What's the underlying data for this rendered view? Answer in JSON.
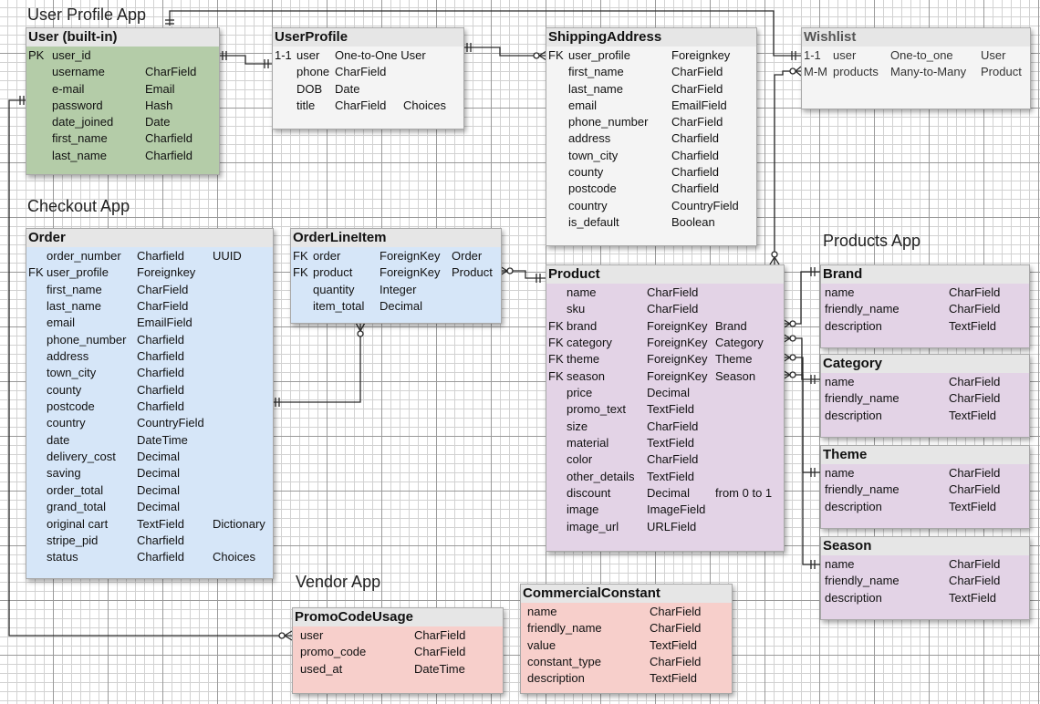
{
  "section_labels": {
    "user_profile_app": "User Profile App",
    "checkout_app": "Checkout App",
    "products_app": "Products App",
    "vendor_app": "Vendor App"
  },
  "tables": {
    "user": {
      "title": "User (built-in)",
      "rows": [
        {
          "key": "PK",
          "field": "user_id",
          "type": "",
          "extra": ""
        },
        {
          "key": "",
          "field": "username",
          "type": "CharField",
          "extra": ""
        },
        {
          "key": "",
          "field": "e-mail",
          "type": "Email",
          "extra": ""
        },
        {
          "key": "",
          "field": "password",
          "type": "Hash",
          "extra": ""
        },
        {
          "key": "",
          "field": "date_joined",
          "type": "Date",
          "extra": ""
        },
        {
          "key": "",
          "field": "first_name",
          "type": "Charfield",
          "extra": ""
        },
        {
          "key": "",
          "field": "last_name",
          "type": "Charfield",
          "extra": ""
        }
      ]
    },
    "userprofile": {
      "title": "UserProfile",
      "rows": [
        {
          "key": "1-1",
          "field": "user",
          "type": "One-to-One User",
          "extra": ""
        },
        {
          "key": "",
          "field": "phone",
          "type": "CharField",
          "extra": ""
        },
        {
          "key": "",
          "field": "DOB",
          "type": "Date",
          "extra": ""
        },
        {
          "key": "",
          "field": "title",
          "type": "CharField",
          "extra": "Choices"
        }
      ]
    },
    "shippingaddress": {
      "title": "ShippingAddress",
      "rows": [
        {
          "key": "FK",
          "field": "user_profile",
          "type": "Foreignkey",
          "extra": ""
        },
        {
          "key": "",
          "field": "first_name",
          "type": "CharField",
          "extra": ""
        },
        {
          "key": "",
          "field": "last_name",
          "type": "CharField",
          "extra": ""
        },
        {
          "key": "",
          "field": "email",
          "type": "EmailField",
          "extra": ""
        },
        {
          "key": "",
          "field": "phone_number",
          "type": "CharField",
          "extra": ""
        },
        {
          "key": "",
          "field": "address",
          "type": "Charfield",
          "extra": ""
        },
        {
          "key": "",
          "field": "town_city",
          "type": "Charfield",
          "extra": ""
        },
        {
          "key": "",
          "field": "county",
          "type": "Charfield",
          "extra": ""
        },
        {
          "key": "",
          "field": "postcode",
          "type": "Charfield",
          "extra": ""
        },
        {
          "key": "",
          "field": "country",
          "type": "CountryField",
          "extra": ""
        },
        {
          "key": "",
          "field": "is_default",
          "type": "Boolean",
          "extra": ""
        }
      ]
    },
    "wishlist": {
      "title": "Wishlist",
      "rows": [
        {
          "key": "1-1",
          "field": "user",
          "type": "One-to_one",
          "extra": "User"
        },
        {
          "key": "M-M",
          "field": "products",
          "type": "Many-to-Many",
          "extra": "Product"
        }
      ]
    },
    "order": {
      "title": "Order",
      "rows": [
        {
          "key": "",
          "field": "order_number",
          "type": "Charfield",
          "extra": "UUID"
        },
        {
          "key": "FK",
          "field": "user_profile",
          "type": "Foreignkey",
          "extra": ""
        },
        {
          "key": "",
          "field": "first_name",
          "type": "CharField",
          "extra": ""
        },
        {
          "key": "",
          "field": "last_name",
          "type": "CharField",
          "extra": ""
        },
        {
          "key": "",
          "field": "email",
          "type": "EmailField",
          "extra": ""
        },
        {
          "key": "",
          "field": "phone_number",
          "type": "Charfield",
          "extra": ""
        },
        {
          "key": "",
          "field": "address",
          "type": "Charfield",
          "extra": ""
        },
        {
          "key": "",
          "field": "town_city",
          "type": "Charfield",
          "extra": ""
        },
        {
          "key": "",
          "field": "county",
          "type": "Charfield",
          "extra": ""
        },
        {
          "key": "",
          "field": "postcode",
          "type": "Charfield",
          "extra": ""
        },
        {
          "key": "",
          "field": "country",
          "type": "CountryField",
          "extra": ""
        },
        {
          "key": "",
          "field": "date",
          "type": "DateTime",
          "extra": ""
        },
        {
          "key": "",
          "field": "delivery_cost",
          "type": "Decimal",
          "extra": ""
        },
        {
          "key": "",
          "field": "saving",
          "type": "Decimal",
          "extra": ""
        },
        {
          "key": "",
          "field": "order_total",
          "type": "Decimal",
          "extra": ""
        },
        {
          "key": "",
          "field": "grand_total",
          "type": "Decimal",
          "extra": ""
        },
        {
          "key": "",
          "field": "original cart",
          "type": "TextField",
          "extra": "Dictionary"
        },
        {
          "key": "",
          "field": "stripe_pid",
          "type": "Charfield",
          "extra": ""
        },
        {
          "key": "",
          "field": "status",
          "type": "Charfield",
          "extra": "Choices"
        }
      ]
    },
    "orderlineitem": {
      "title": "OrderLineItem",
      "rows": [
        {
          "key": "FK",
          "field": "order",
          "type": "ForeignKey",
          "extra": "Order"
        },
        {
          "key": "FK",
          "field": "product",
          "type": "ForeignKey",
          "extra": "Product"
        },
        {
          "key": "",
          "field": "quantity",
          "type": "Integer",
          "extra": ""
        },
        {
          "key": "",
          "field": "item_total",
          "type": "Decimal",
          "extra": ""
        }
      ]
    },
    "product": {
      "title": "Product",
      "rows": [
        {
          "key": "",
          "field": "name",
          "type": "CharField",
          "extra": ""
        },
        {
          "key": "",
          "field": "sku",
          "type": "CharField",
          "extra": ""
        },
        {
          "key": "FK",
          "field": "brand",
          "type": "ForeignKey",
          "extra": "Brand"
        },
        {
          "key": "FK",
          "field": "category",
          "type": "ForeignKey",
          "extra": "Category"
        },
        {
          "key": "FK",
          "field": "theme",
          "type": "ForeignKey",
          "extra": "Theme"
        },
        {
          "key": "FK",
          "field": "season",
          "type": "ForeignKey",
          "extra": "Season"
        },
        {
          "key": "",
          "field": "price",
          "type": "Decimal",
          "extra": ""
        },
        {
          "key": "",
          "field": "promo_text",
          "type": "TextField",
          "extra": ""
        },
        {
          "key": "",
          "field": "size",
          "type": "CharField",
          "extra": ""
        },
        {
          "key": "",
          "field": "material",
          "type": "TextField",
          "extra": ""
        },
        {
          "key": "",
          "field": "color",
          "type": "CharField",
          "extra": ""
        },
        {
          "key": "",
          "field": "other_details",
          "type": "TextField",
          "extra": ""
        },
        {
          "key": "",
          "field": "discount",
          "type": "Decimal",
          "extra": "from 0 to 1"
        },
        {
          "key": "",
          "field": "image",
          "type": "ImageField",
          "extra": ""
        },
        {
          "key": "",
          "field": "image_url",
          "type": "URLField",
          "extra": ""
        }
      ]
    },
    "brand": {
      "title": "Brand",
      "rows": [
        {
          "key": "",
          "field": "name",
          "type": "CharField",
          "extra": ""
        },
        {
          "key": "",
          "field": "friendly_name",
          "type": "CharField",
          "extra": ""
        },
        {
          "key": "",
          "field": "description",
          "type": "TextField",
          "extra": ""
        }
      ]
    },
    "category": {
      "title": "Category",
      "rows": [
        {
          "key": "",
          "field": "name",
          "type": "CharField",
          "extra": ""
        },
        {
          "key": "",
          "field": "friendly_name",
          "type": "CharField",
          "extra": ""
        },
        {
          "key": "",
          "field": "description",
          "type": "TextField",
          "extra": ""
        }
      ]
    },
    "theme": {
      "title": "Theme",
      "rows": [
        {
          "key": "",
          "field": "name",
          "type": "CharField",
          "extra": ""
        },
        {
          "key": "",
          "field": "friendly_name",
          "type": "CharField",
          "extra": ""
        },
        {
          "key": "",
          "field": "description",
          "type": "TextField",
          "extra": ""
        }
      ]
    },
    "season": {
      "title": "Season",
      "rows": [
        {
          "key": "",
          "field": "name",
          "type": "CharField",
          "extra": ""
        },
        {
          "key": "",
          "field": "friendly_name",
          "type": "CharField",
          "extra": ""
        },
        {
          "key": "",
          "field": "description",
          "type": "TextField",
          "extra": ""
        }
      ]
    },
    "promocodeusage": {
      "title": "PromoCodeUsage",
      "rows": [
        {
          "key": "",
          "field": "user",
          "type": "CharField",
          "extra": ""
        },
        {
          "key": "",
          "field": "promo_code",
          "type": "CharField",
          "extra": ""
        },
        {
          "key": "",
          "field": "used_at",
          "type": "DateTime",
          "extra": ""
        }
      ]
    },
    "commercialconstant": {
      "title": "CommercialConstant",
      "rows": [
        {
          "key": "",
          "field": "name",
          "type": "CharField",
          "extra": ""
        },
        {
          "key": "",
          "field": "friendly_name",
          "type": "CharField",
          "extra": ""
        },
        {
          "key": "",
          "field": "value",
          "type": "TextField",
          "extra": ""
        },
        {
          "key": "",
          "field": "constant_type",
          "type": "CharField",
          "extra": ""
        },
        {
          "key": "",
          "field": "description",
          "type": "TextField",
          "extra": ""
        }
      ]
    }
  },
  "colors": {
    "user_app": "#b4cca8",
    "checkout_app": "#d6e6f8",
    "products_app": "#e3d3e6",
    "vendor_app": "#f7cfcb",
    "neutral": "#f4f4f4",
    "header": "#e6e6e6"
  }
}
